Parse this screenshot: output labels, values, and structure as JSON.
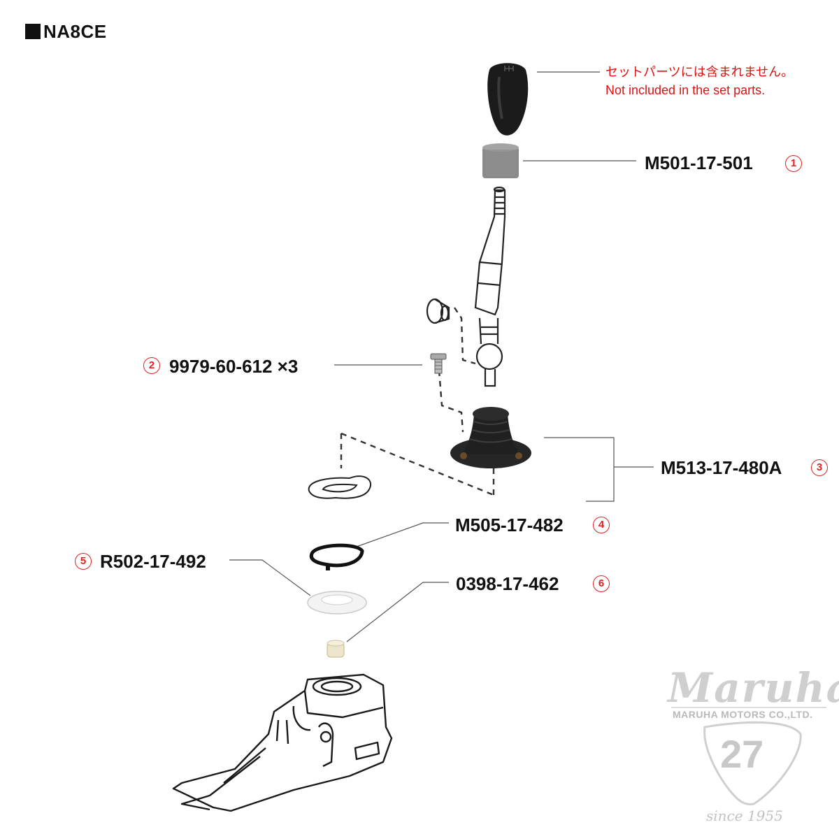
{
  "title": "NA8CE",
  "knob_note": {
    "ja": "セットパーツには含まれません。",
    "en": "Not included in the set parts."
  },
  "parts": [
    {
      "number": "1",
      "part_no": "M501-17-501"
    },
    {
      "number": "2",
      "part_no": "9979-60-612 ×3"
    },
    {
      "number": "3",
      "part_no": "M513-17-480A"
    },
    {
      "number": "4",
      "part_no": "M505-17-482"
    },
    {
      "number": "5",
      "part_no": "R502-17-492"
    },
    {
      "number": "6",
      "part_no": "0398-17-462"
    }
  ],
  "logo": {
    "name": "Maruha",
    "company": "MARUHA MOTORS CO.,LTD.",
    "badge": "27",
    "since": "since 1955"
  },
  "colors": {
    "callout_red": "#e02020",
    "text": "#111111",
    "logo_gray": "#cccccc"
  }
}
